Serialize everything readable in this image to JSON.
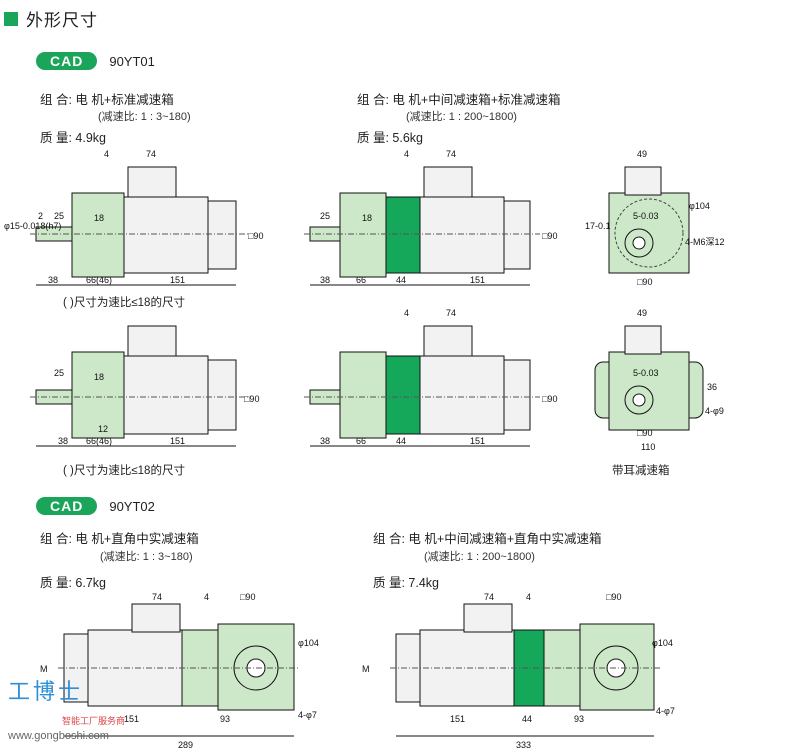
{
  "section_title": "外形尺寸",
  "colors": {
    "accent": "#1aa55a",
    "body_fill": "#cde8c8",
    "reducer_fill": "#16a85a",
    "motor_fill": "#f2f2f2"
  },
  "groups": [
    {
      "cad_label": "CAD",
      "model": "90YT01",
      "left": {
        "combo": "组 合: 电 机+标准减速箱",
        "ratio": "(减速比: 1 : 3~180)",
        "mass": "质 量: 4.9kg"
      },
      "right": {
        "combo": "组 合: 电 机+中间减速箱+标准减速箱",
        "ratio": "(减速比: 1 : 200~1800)",
        "mass": "质 量: 5.6kg"
      }
    },
    {
      "cad_label": "CAD",
      "model": "90YT02",
      "left": {
        "combo": "组 合: 电 机+直角中实减速箱",
        "ratio": "(减速比: 1 : 3~180)",
        "mass": "质 量: 6.7kg"
      },
      "right": {
        "combo": "组 合: 电 机+中间减速箱+直角中实减速箱",
        "ratio": "(减速比: 1 : 200~1800)",
        "mass": "质 量: 7.4kg"
      }
    }
  ],
  "notes": {
    "bracket_note_1": "( )尺寸为速比≤18的尺寸",
    "bracket_note_2": "( )尺寸为速比≤18的尺寸",
    "eared_caption": "带耳减速箱"
  },
  "dims": {
    "d74": "74",
    "d4": "4",
    "d38": "38",
    "d66_46": "66(46)",
    "d66": "66",
    "d44": "44",
    "d151": "151",
    "d25": "25",
    "d2": "2",
    "d18": "18",
    "d12": "12",
    "dsq90": "□90",
    "shaft": "φ15-0.018(h7)",
    "d49": "49",
    "d104": "φ104",
    "d17": "17-0.1",
    "d5": "5-0.03",
    "m6": "4-M6深12",
    "d9": "4-φ9",
    "d110": "110",
    "d36": "36",
    "d93": "93",
    "d289": "289",
    "d333": "333",
    "d7": "4-φ7",
    "M": "M"
  },
  "watermark": {
    "logo": "工博士",
    "sub": "智能工厂服务商",
    "url": "www.gongboshi.com"
  }
}
